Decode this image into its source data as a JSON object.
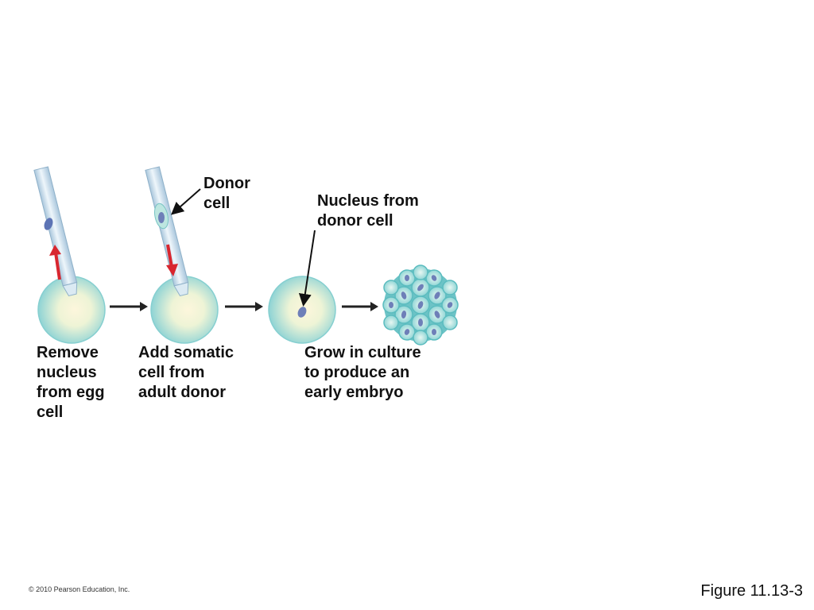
{
  "labels": {
    "donor_cell": "Donor\ncell",
    "nucleus_from_donor": "Nucleus from\ndonor cell",
    "step1": "Remove\nnucleus\nfrom egg\ncell",
    "step2": "Add somatic\ncell from\nadult donor",
    "step3": "Grow in culture\nto produce an\nearly embryo"
  },
  "footer": {
    "copyright": "© 2010 Pearson Education, Inc.",
    "figure": "Figure 11.13-3"
  },
  "colors": {
    "egg_center": "#fdf3d4",
    "egg_edge": "#8fd4d6",
    "pipette": "#cfe3ef",
    "nucleus": "#6e7fb8",
    "red_arrow": "#d8262f",
    "embryo_cell": "#a8e0dc"
  }
}
